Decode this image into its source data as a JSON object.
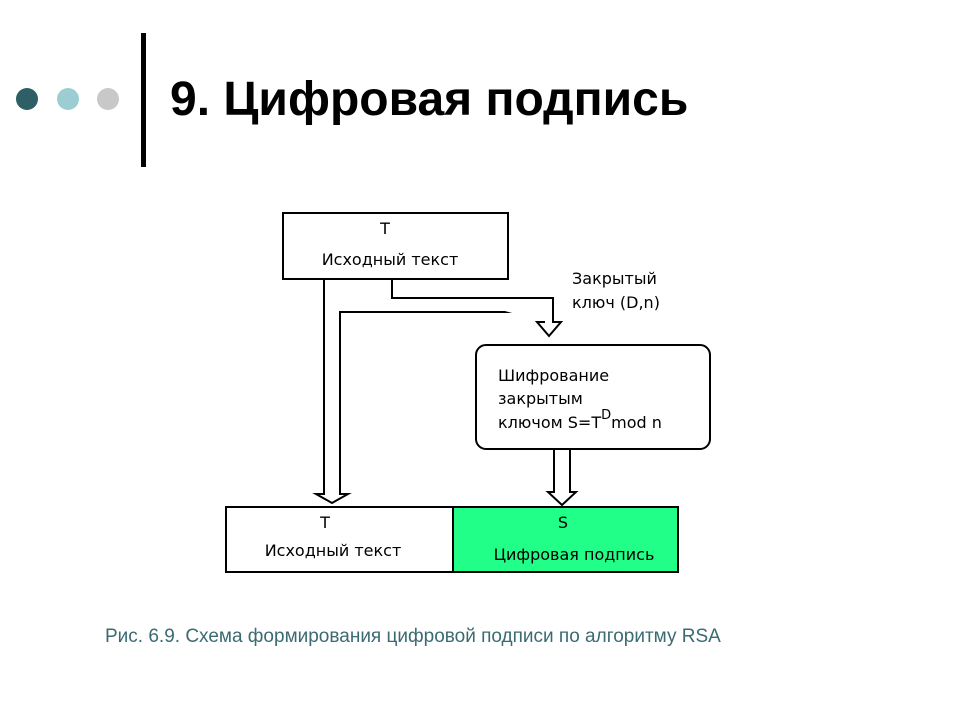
{
  "slide": {
    "title": "9. Цифровая подпись",
    "caption": "Рис. 6.9. Схема формирования цифровой подписи по алгоритму RSA"
  },
  "colors": {
    "dot_dark": "#2f5f66",
    "dot_mid": "#9ccdd3",
    "dot_light": "#c8c8c8",
    "signature_fill": "#22ff88",
    "caption": "#3a6b72",
    "stroke": "#000000"
  },
  "diagram": {
    "source_box": {
      "symbol": "T",
      "label": "Исходный текст"
    },
    "key_label": {
      "line1": "Закрытый",
      "line2": "ключ (D,n)"
    },
    "encrypt_box": {
      "line1": "Шифрование",
      "line2": "закрытым",
      "line3_prefix": "ключом  S=T",
      "superscript": "D",
      "line3_suffix": "mod n"
    },
    "result_text_box": {
      "symbol": "T",
      "label": "Исходный текст"
    },
    "result_signature_box": {
      "symbol": "S",
      "label": "Цифровая подпись"
    }
  }
}
